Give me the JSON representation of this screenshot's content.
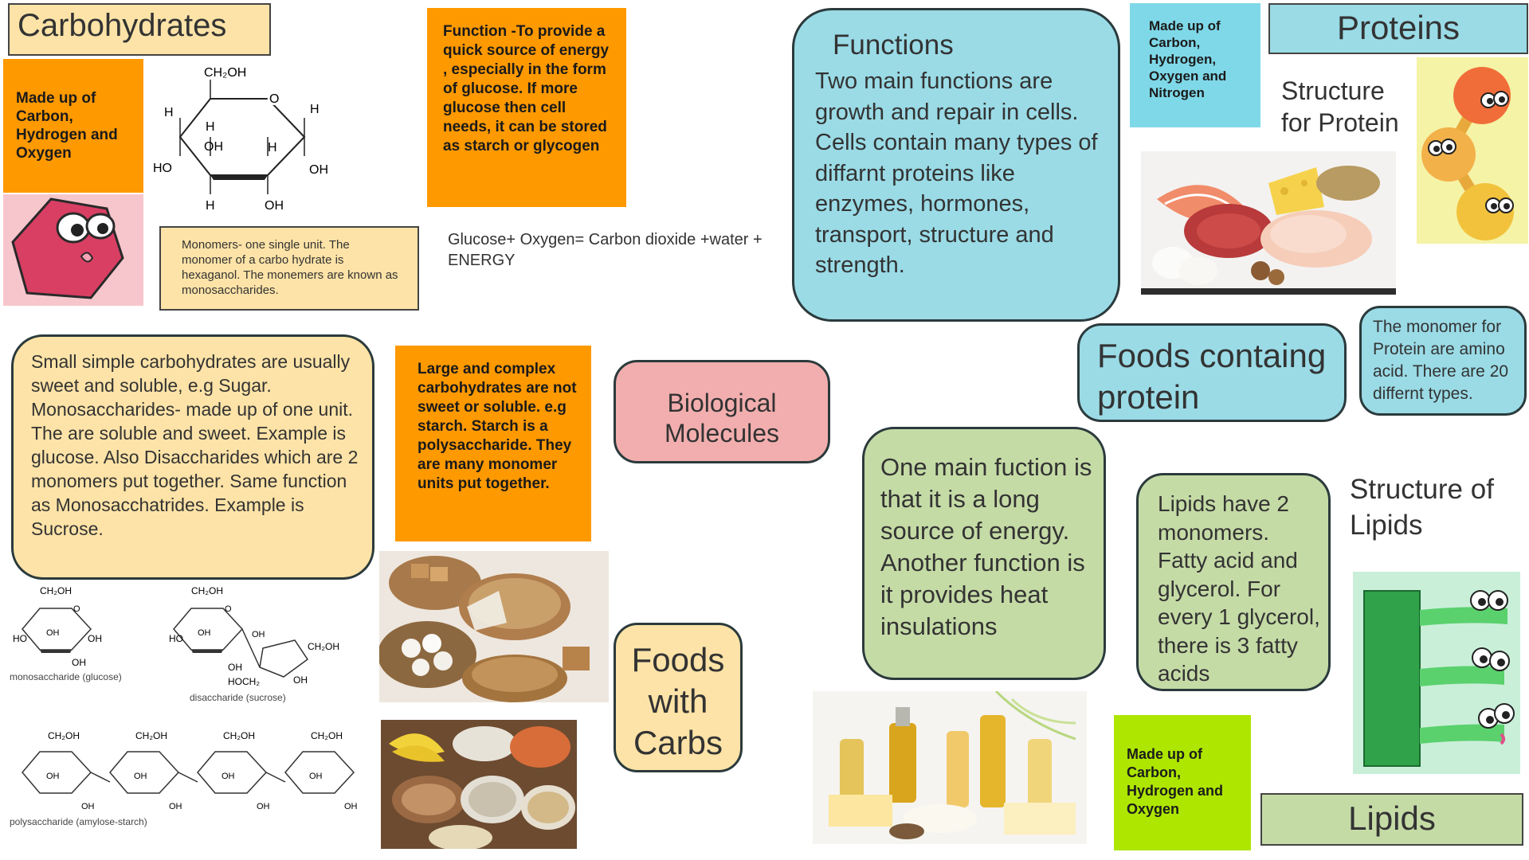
{
  "carbs": {
    "title": "Carbohydrates",
    "made_up": "Made up of Carbon, Hydrogen and Oxygen",
    "function": "Function -To provide a quick source of energy , especially in the form of glucose. If more glucose then cell needs, it can be stored as starch or glycogen",
    "monomers": "Monomers- one single unit. The monomer of a carbo hydrate is hexaganol. The monemers are known as monosaccharides.",
    "equation": "Glucose+ Oxygen= Carbon dioxide +water + ENERGY",
    "simple": "Small simple carbohydrates are usually sweet and soluble, e.g Sugar. Monosaccharides- made up of one unit. The are soluble and sweet. Example is glucose. Also Disaccharides which are 2 monomers put together. Same function as Monosacchatrides. Example is Sucrose.",
    "complex": "Large and complex carbohydrates are not sweet or soluble. e.g starch. Starch is a polysaccharide. They are many monomer units put together.",
    "foods": "Foods with Carbs",
    "chem": {
      "ch2oh": "CH₂OH",
      "h": "H",
      "o": "O",
      "oh": "OH",
      "ho": "HO",
      "hoch2": "HOCH₂",
      "mono_label": "monosaccharide (glucose)",
      "di_label": "disaccharide (sucrose)",
      "poly_label": "polysaccharide (amylose-starch)"
    }
  },
  "center": {
    "bio": "Biological Molecules"
  },
  "proteins": {
    "title": "Proteins",
    "made_up": "Made up of Carbon, Hydrogen, Oxygen and Nitrogen",
    "functions_head": "Functions",
    "functions_body": "Two main functions are growth and repair in cells. Cells contain many types of diffarnt proteins like enzymes, hormones, transport, structure and strength.",
    "structure": "Structure for Protein",
    "foods": "Foods containg protein",
    "monomer": "The monomer for Protein are amino acid. There are 20 differnt types."
  },
  "lipids": {
    "title": "Lipids",
    "function": "One main fuction is that it is a long source of energy. Another function is it provides heat insulations",
    "monomers": "Lipids have 2 monomers. Fatty acid and glycerol. For every 1 glycerol, there is 3 fatty acids",
    "structure": "Structure of Lipids",
    "made_up": "Made up of Carbon, Hydrogen and Oxygen"
  },
  "colors": {
    "orange": "#ff9900",
    "lime": "#aee600",
    "blue": "#9adbe6",
    "cream": "#fde3a7",
    "sage": "#c5dba6",
    "pink": "#f2aeae"
  },
  "icons": [
    "hexagon-character-icon",
    "amino-acid-chain-icon",
    "lipid-character-icon"
  ]
}
